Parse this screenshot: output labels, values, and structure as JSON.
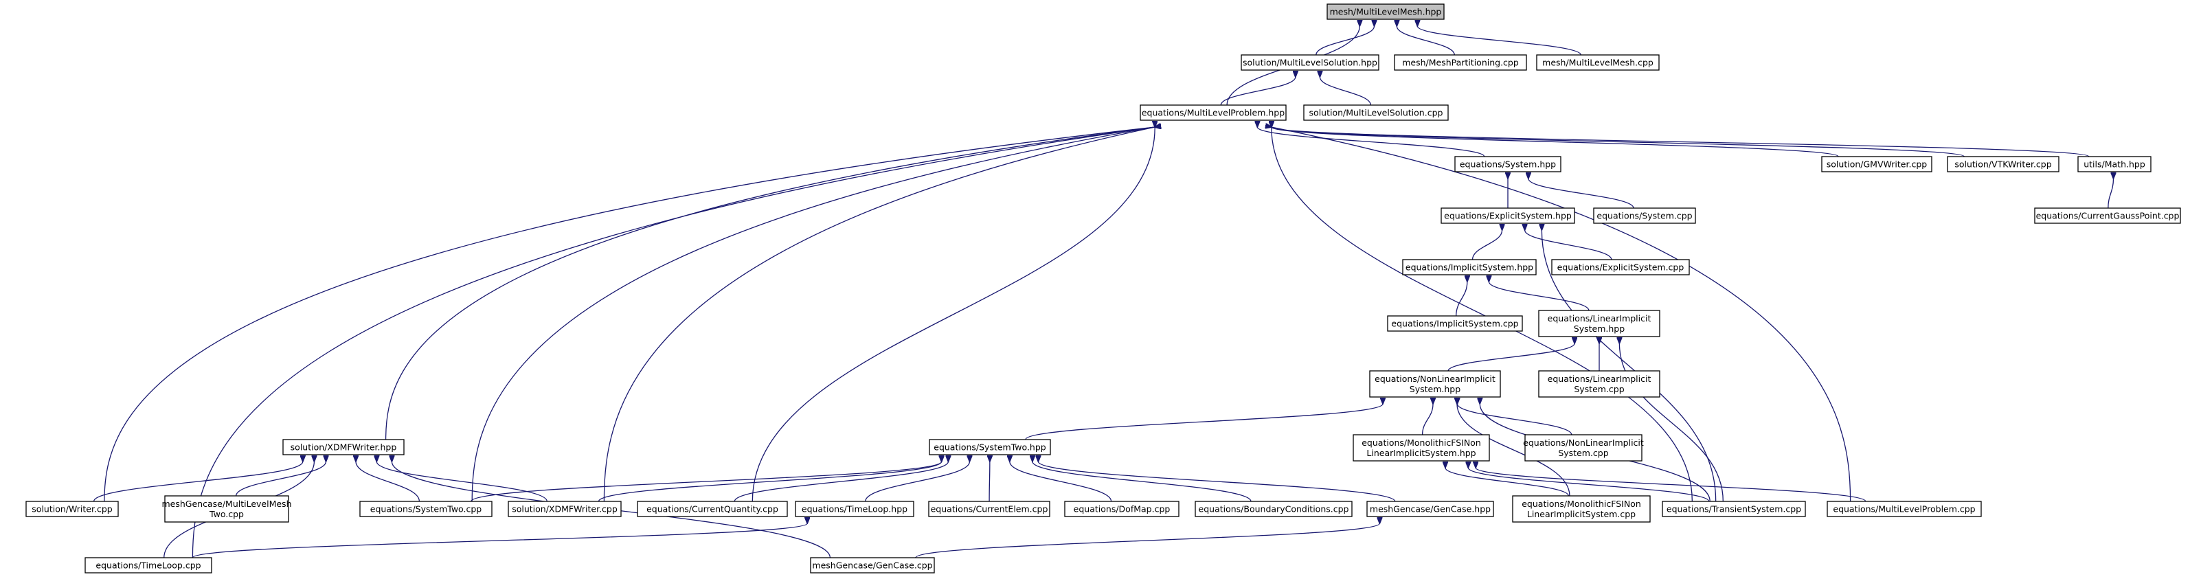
{
  "colors": {
    "edge": "#191970",
    "node_border": "#000000",
    "node_fill": "#ffffff",
    "focus_fill": "#bfbfbf"
  },
  "nodes": [
    {
      "id": "mlm_hpp",
      "lines": [
        "mesh/MultiLevelMesh.hpp"
      ],
      "focus": true
    },
    {
      "id": "mls_hpp",
      "lines": [
        "solution/MultiLevelSolution.hpp"
      ]
    },
    {
      "id": "meshpart",
      "lines": [
        "mesh/MeshPartitioning.cpp"
      ]
    },
    {
      "id": "mlm_cpp",
      "lines": [
        "mesh/MultiLevelMesh.cpp"
      ]
    },
    {
      "id": "mlp_hpp",
      "lines": [
        "equations/MultiLevelProblem.hpp"
      ]
    },
    {
      "id": "mls_cpp",
      "lines": [
        "solution/MultiLevelSolution.cpp"
      ]
    },
    {
      "id": "sys_hpp",
      "lines": [
        "equations/System.hpp"
      ]
    },
    {
      "id": "gmv",
      "lines": [
        "solution/GMVWriter.cpp"
      ]
    },
    {
      "id": "vtk",
      "lines": [
        "solution/VTKWriter.cpp"
      ]
    },
    {
      "id": "math",
      "lines": [
        "utils/Math.hpp"
      ]
    },
    {
      "id": "expl_hpp",
      "lines": [
        "equations/ExplicitSystem.hpp"
      ]
    },
    {
      "id": "sys_cpp",
      "lines": [
        "equations/System.cpp"
      ]
    },
    {
      "id": "gauss",
      "lines": [
        "equations/CurrentGaussPoint.cpp"
      ]
    },
    {
      "id": "impl_hpp",
      "lines": [
        "equations/ImplicitSystem.hpp"
      ]
    },
    {
      "id": "expl_cpp",
      "lines": [
        "equations/ExplicitSystem.cpp"
      ]
    },
    {
      "id": "impl_cpp",
      "lines": [
        "equations/ImplicitSystem.cpp"
      ]
    },
    {
      "id": "lin_hpp",
      "lines": [
        "equations/LinearImplicit",
        "System.hpp"
      ]
    },
    {
      "id": "nonlin_hpp",
      "lines": [
        "equations/NonLinearImplicit",
        "System.hpp"
      ]
    },
    {
      "id": "lin_cpp",
      "lines": [
        "equations/LinearImplicit",
        "System.cpp"
      ]
    },
    {
      "id": "xdmf_hpp",
      "lines": [
        "solution/XDMFWriter.hpp"
      ]
    },
    {
      "id": "st_hpp",
      "lines": [
        "equations/SystemTwo.hpp"
      ]
    },
    {
      "id": "mono_hpp",
      "lines": [
        "equations/MonolithicFSINon",
        "LinearImplicitSystem.hpp"
      ]
    },
    {
      "id": "nonlin_cpp",
      "lines": [
        "equations/NonLinearImplicit",
        "System.cpp"
      ]
    },
    {
      "id": "writer",
      "lines": [
        "solution/Writer.cpp"
      ]
    },
    {
      "id": "mlmtwo",
      "lines": [
        "meshGencase/MultiLevelMesh",
        "Two.cpp"
      ]
    },
    {
      "id": "st_cpp",
      "lines": [
        "equations/SystemTwo.cpp"
      ]
    },
    {
      "id": "xdmf_cpp",
      "lines": [
        "solution/XDMFWriter.cpp"
      ]
    },
    {
      "id": "cq",
      "lines": [
        "equations/CurrentQuantity.cpp"
      ]
    },
    {
      "id": "tl_hpp",
      "lines": [
        "equations/TimeLoop.hpp"
      ]
    },
    {
      "id": "ce",
      "lines": [
        "equations/CurrentElem.cpp"
      ]
    },
    {
      "id": "dof",
      "lines": [
        "equations/DofMap.cpp"
      ]
    },
    {
      "id": "bc",
      "lines": [
        "equations/BoundaryConditions.cpp"
      ]
    },
    {
      "id": "gc_hpp",
      "lines": [
        "meshGencase/GenCase.hpp"
      ]
    },
    {
      "id": "mono_cpp",
      "lines": [
        "equations/MonolithicFSINon",
        "LinearImplicitSystem.cpp"
      ]
    },
    {
      "id": "trans",
      "lines": [
        "equations/TransientSystem.cpp"
      ]
    },
    {
      "id": "mlp_cpp",
      "lines": [
        "equations/MultiLevelProblem.cpp"
      ]
    },
    {
      "id": "tl_cpp",
      "lines": [
        "equations/TimeLoop.cpp"
      ]
    },
    {
      "id": "gc_cpp",
      "lines": [
        "meshGencase/GenCase.cpp"
      ]
    }
  ],
  "edges": [
    {
      "from": "mlm_hpp",
      "to": "mls_hpp"
    },
    {
      "from": "mlm_hpp",
      "to": "meshpart"
    },
    {
      "from": "mlm_hpp",
      "to": "mlm_cpp"
    },
    {
      "from": "mlm_hpp",
      "to": "mlp_hpp"
    },
    {
      "from": "mls_hpp",
      "to": "mlp_hpp"
    },
    {
      "from": "mls_hpp",
      "to": "mls_cpp"
    },
    {
      "from": "mlp_hpp",
      "to": "sys_hpp"
    },
    {
      "from": "mlp_hpp",
      "to": "gmv"
    },
    {
      "from": "mlp_hpp",
      "to": "vtk"
    },
    {
      "from": "mlp_hpp",
      "to": "math"
    },
    {
      "from": "mlp_hpp",
      "to": "xdmf_hpp"
    },
    {
      "from": "mlp_hpp",
      "to": "writer"
    },
    {
      "from": "mlp_hpp",
      "to": "tl_cpp"
    },
    {
      "from": "mlp_hpp",
      "to": "st_cpp"
    },
    {
      "from": "mlp_hpp",
      "to": "xdmf_cpp"
    },
    {
      "from": "mlp_hpp",
      "to": "cq"
    },
    {
      "from": "mlp_hpp",
      "to": "trans"
    },
    {
      "from": "mlp_hpp",
      "to": "mlp_cpp"
    },
    {
      "from": "sys_hpp",
      "to": "expl_hpp"
    },
    {
      "from": "sys_hpp",
      "to": "sys_cpp"
    },
    {
      "from": "math",
      "to": "gauss"
    },
    {
      "from": "expl_hpp",
      "to": "impl_hpp"
    },
    {
      "from": "expl_hpp",
      "to": "expl_cpp"
    },
    {
      "from": "expl_hpp",
      "to": "trans"
    },
    {
      "from": "impl_hpp",
      "to": "impl_cpp"
    },
    {
      "from": "impl_hpp",
      "to": "lin_hpp"
    },
    {
      "from": "lin_hpp",
      "to": "nonlin_hpp"
    },
    {
      "from": "lin_hpp",
      "to": "lin_cpp"
    },
    {
      "from": "lin_hpp",
      "to": "trans"
    },
    {
      "from": "nonlin_hpp",
      "to": "st_hpp"
    },
    {
      "from": "nonlin_hpp",
      "to": "mono_hpp"
    },
    {
      "from": "nonlin_hpp",
      "to": "nonlin_cpp"
    },
    {
      "from": "nonlin_hpp",
      "to": "mono_cpp"
    },
    {
      "from": "nonlin_hpp",
      "to": "trans"
    },
    {
      "from": "mono_hpp",
      "to": "mono_cpp"
    },
    {
      "from": "mono_hpp",
      "to": "trans"
    },
    {
      "from": "mono_hpp",
      "to": "mlp_cpp"
    },
    {
      "from": "xdmf_hpp",
      "to": "writer"
    },
    {
      "from": "xdmf_hpp",
      "to": "mlmtwo"
    },
    {
      "from": "xdmf_hpp",
      "to": "st_cpp"
    },
    {
      "from": "xdmf_hpp",
      "to": "xdmf_cpp"
    },
    {
      "from": "xdmf_hpp",
      "to": "tl_cpp"
    },
    {
      "from": "xdmf_hpp",
      "to": "gc_cpp"
    },
    {
      "from": "st_hpp",
      "to": "st_cpp"
    },
    {
      "from": "st_hpp",
      "to": "xdmf_cpp"
    },
    {
      "from": "st_hpp",
      "to": "cq"
    },
    {
      "from": "st_hpp",
      "to": "tl_hpp"
    },
    {
      "from": "st_hpp",
      "to": "ce"
    },
    {
      "from": "st_hpp",
      "to": "dof"
    },
    {
      "from": "st_hpp",
      "to": "bc"
    },
    {
      "from": "st_hpp",
      "to": "gc_hpp"
    },
    {
      "from": "tl_hpp",
      "to": "tl_cpp"
    },
    {
      "from": "gc_hpp",
      "to": "gc_cpp"
    }
  ]
}
